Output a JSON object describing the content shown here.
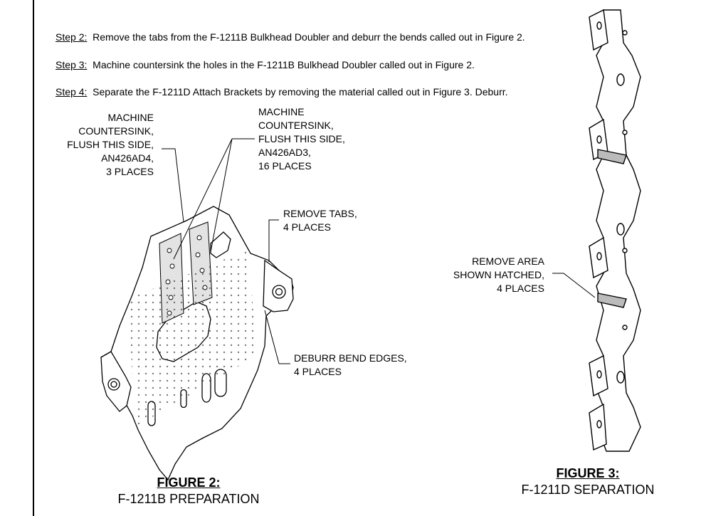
{
  "steps": [
    {
      "label": "Step 2:",
      "text": "Remove the tabs from the F-1211B Bulkhead Doubler and deburr the bends called out in Figure 2."
    },
    {
      "label": "Step 3:",
      "text": "Machine countersink the holes in the F-1211B Bulkhead Doubler called out in Figure 2."
    },
    {
      "label": "Step 4:",
      "text": "Separate the F-1211D Attach Brackets by removing the material called out in Figure 3. Deburr."
    }
  ],
  "callouts": {
    "countersink_ad4": [
      "MACHINE",
      "COUNTERSINK,",
      "FLUSH THIS SIDE,",
      "AN426AD4,",
      "3 PLACES"
    ],
    "countersink_ad3": [
      "MACHINE",
      "COUNTERSINK,",
      "FLUSH THIS SIDE,",
      "AN426AD3,",
      "16 PLACES"
    ],
    "remove_tabs": [
      "REMOVE TABS,",
      "4 PLACES"
    ],
    "deburr": [
      "DEBURR BEND EDGES,",
      "4 PLACES"
    ],
    "remove_area": [
      "REMOVE AREA",
      "SHOWN HATCHED,",
      "4 PLACES"
    ]
  },
  "figures": {
    "fig2": {
      "title": "FIGURE 2:",
      "subtitle": "F-1211B PREPARATION"
    },
    "fig3": {
      "title": "FIGURE 3:",
      "subtitle": "F-1211D SEPARATION"
    }
  }
}
